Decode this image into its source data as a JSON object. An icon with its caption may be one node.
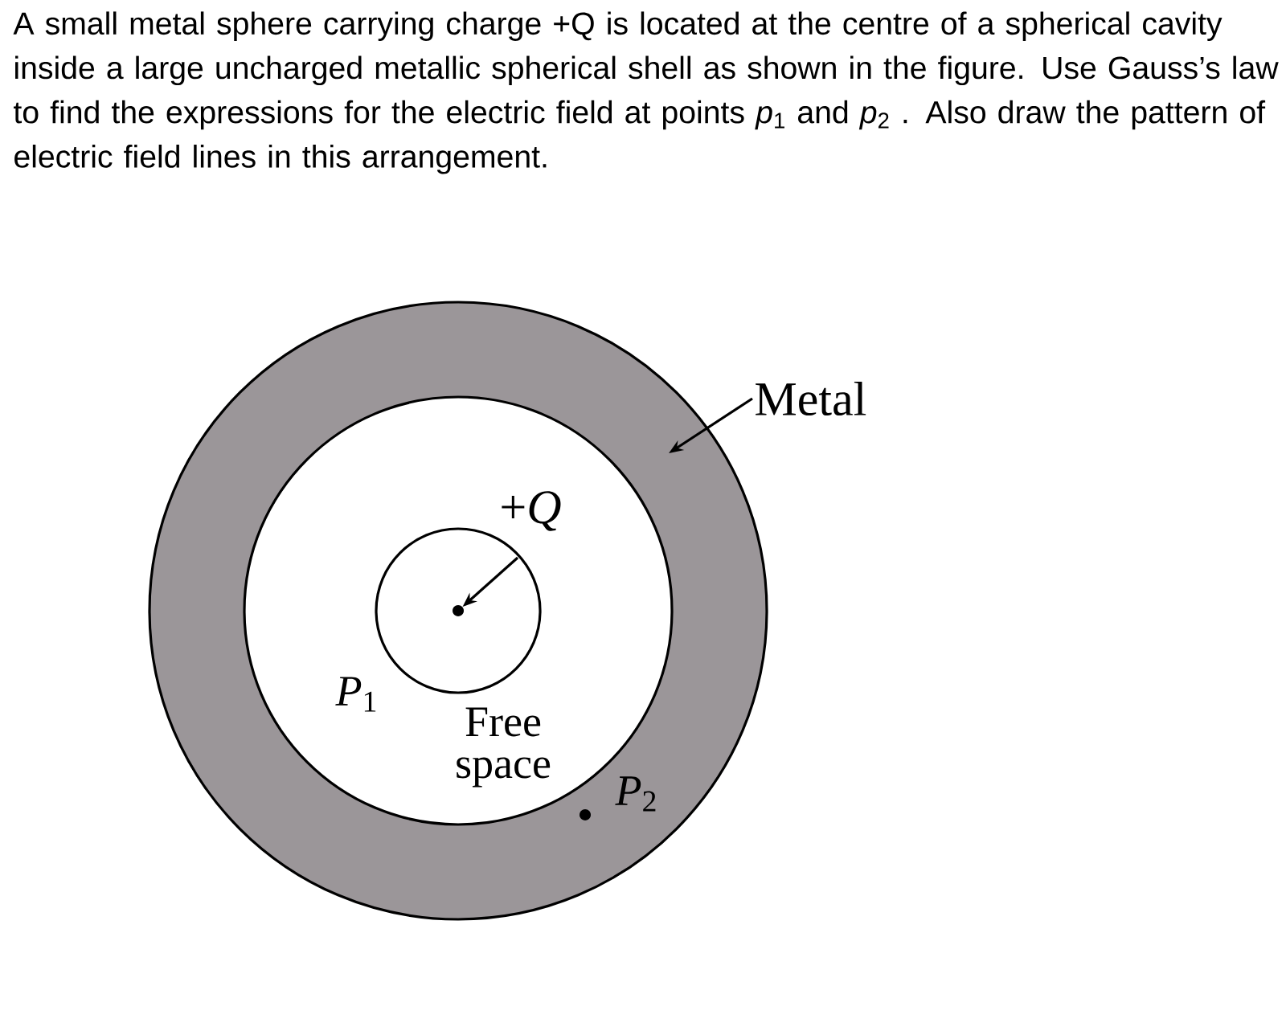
{
  "diagram": {
    "title": "A small metal sphere carrying charge +Q is located at the centre of a spherical cavity inside a large uncharged metallic spherical shell as shown in the figure. Use Gauss’s law to find the expressions for the electric field at points *p*$_{1}$ and *p*$_{2}$ . Also draw the pattern of electric field lines in this arrangement.",
    "nodes": [
      {
        "text": [
          "Metal"
        ]
      },
      {
        "text": [],
        "shape": "circle"
      },
      {
        "text": [
          "+*Q*"
        ],
        "in": 1
      },
      {
        "text": [],
        "shape": "circle",
        "in": 1
      }
    ],
    "edges": [
      {
        "from": 0,
        "to": 1,
        "arrow": "to"
      },
      {
        "from": 2,
        "to": 3,
        "arrow": "to"
      }
    ],
    "labels": [
      "*P*$_{1}$",
      "Free space",
      "*P*$_{2}$"
    ]
  }
}
